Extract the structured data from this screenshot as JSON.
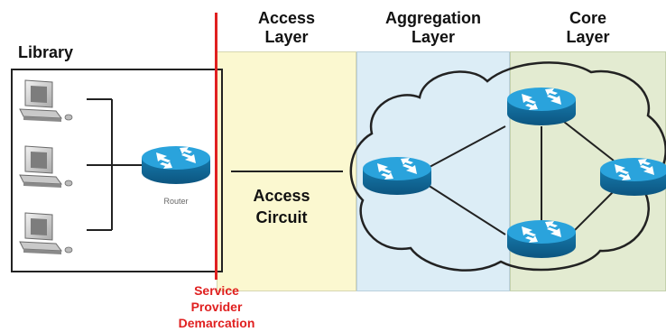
{
  "layers": {
    "access": {
      "line1": "Access",
      "line2": "Layer"
    },
    "aggregation": {
      "line1": "Aggregation",
      "line2": "Layer"
    },
    "core": {
      "line1": "Core",
      "line2": "Layer"
    }
  },
  "library": {
    "title": "Library"
  },
  "router": {
    "label": "Router"
  },
  "access_circuit": {
    "line1": "Access",
    "line2": "Circuit"
  },
  "demarcation": {
    "line1": "Service",
    "line2": "Provider",
    "line3": "Demarcation",
    "color": "#e02020"
  },
  "colors": {
    "access_zone": "#fbf8d0",
    "aggregation_zone": "#dcedf6",
    "core_zone": "#e3ebd1",
    "router_blue": "#1b8ec6"
  },
  "icons": [
    "computer-icon",
    "router-icon",
    "cloud-icon"
  ]
}
